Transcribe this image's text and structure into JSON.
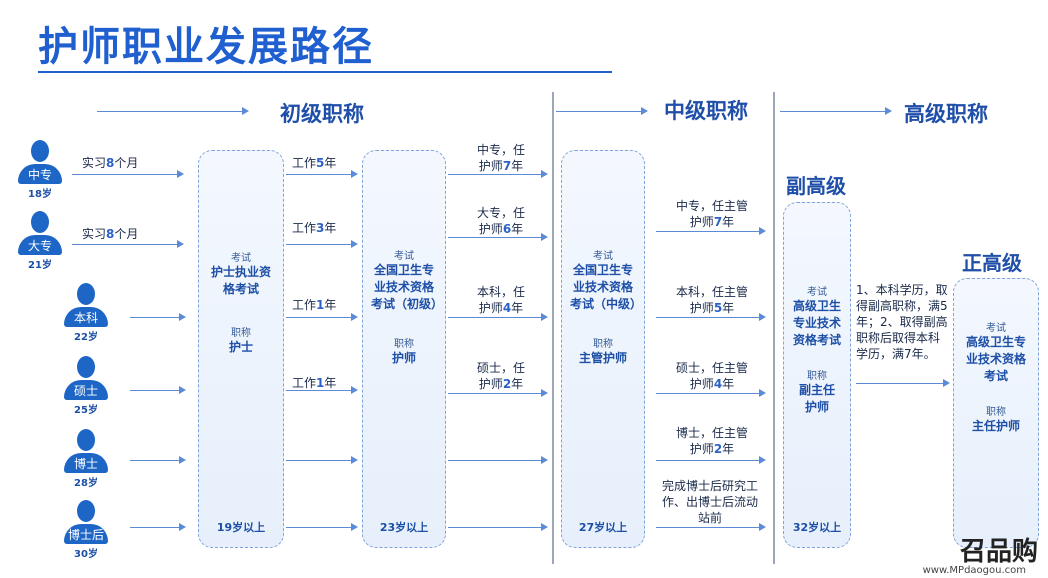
{
  "title": "护师职业发展路径",
  "sections": {
    "junior": "初级职称",
    "middle": "中级职称",
    "senior": "高级职称"
  },
  "sub_sections": {
    "deputy": "副高级",
    "full": "正高级"
  },
  "people": [
    {
      "label": "中专",
      "age": "18岁"
    },
    {
      "label": "大专",
      "age": "21岁"
    },
    {
      "label": "本科",
      "age": "22岁"
    },
    {
      "label": "硕士",
      "age": "25岁"
    },
    {
      "label": "博士",
      "age": "28岁"
    },
    {
      "label": "博士后",
      "age": "30岁"
    }
  ],
  "intern_labels": [
    {
      "pre": "实习",
      "num": "8",
      "post": "个月"
    },
    {
      "pre": "实习",
      "num": "8",
      "post": "个月"
    }
  ],
  "stage1": {
    "exam_small": "考试",
    "exam_name": "护士执业资格考试",
    "title_small": "职称",
    "title_name": "护士",
    "age": "19岁以上"
  },
  "work_labels": [
    {
      "pre": "工作",
      "num": "5",
      "post": "年"
    },
    {
      "pre": "工作",
      "num": "3",
      "post": "年"
    },
    {
      "pre": "工作",
      "num": "1",
      "post": "年"
    },
    {
      "pre": "工作",
      "num": "1",
      "post": "年"
    }
  ],
  "stage2": {
    "exam_small": "考试",
    "exam_name": "全国卫生专业技术资格考试（初级）",
    "title_small": "职称",
    "title_name": "护师",
    "age": "23岁以上"
  },
  "nurse_labels": [
    {
      "line1": "中专，任",
      "line2pre": "护师",
      "num": "7",
      "post": "年"
    },
    {
      "line1": "大专，任",
      "line2pre": "护师",
      "num": "6",
      "post": "年"
    },
    {
      "line1": "本科，任",
      "line2pre": "护师",
      "num": "4",
      "post": "年"
    },
    {
      "line1": "硕士，任",
      "line2pre": "护师",
      "num": "2",
      "post": "年"
    }
  ],
  "stage3": {
    "exam_small": "考试",
    "exam_name": "全国卫生专业技术资格考试（中级）",
    "title_small": "职称",
    "title_name": "主管护师",
    "age": "27岁以上"
  },
  "supervisor_labels": [
    {
      "line1": "中专，任主管",
      "line2pre": "护师",
      "num": "7",
      "post": "年"
    },
    {
      "line1": "本科，任主管",
      "line2pre": "护师",
      "num": "5",
      "post": "年"
    },
    {
      "line1": "硕士，任主管",
      "line2pre": "护师",
      "num": "4",
      "post": "年"
    },
    {
      "line1": "博士，任主管",
      "line2pre": "护师",
      "num": "2",
      "post": "年"
    }
  ],
  "postdoc_note": "完成博士后研究工作、出博士后流动站前",
  "stage4": {
    "exam_small": "考试",
    "exam_name": "高级卫生专业技术资格考试",
    "title_small": "职称",
    "title_name": "副主任护师",
    "age": "32岁以上"
  },
  "deputy_note": "1、本科学历，取得副高职称，满5年；2、取得副高职称后取得本科学历，满7年。",
  "stage5": {
    "exam_small": "考试",
    "exam_name": "高级卫生专业技术资格考试",
    "title_small": "职称",
    "title_name": "主任护师"
  },
  "watermark": {
    "main": "召品购",
    "sub": "www.MPdaogou.com"
  },
  "colors": {
    "title": "#1f5fcf",
    "person": "#1e66c6",
    "arrow": "#5b8ad6",
    "highlight": "#2a62c9"
  }
}
